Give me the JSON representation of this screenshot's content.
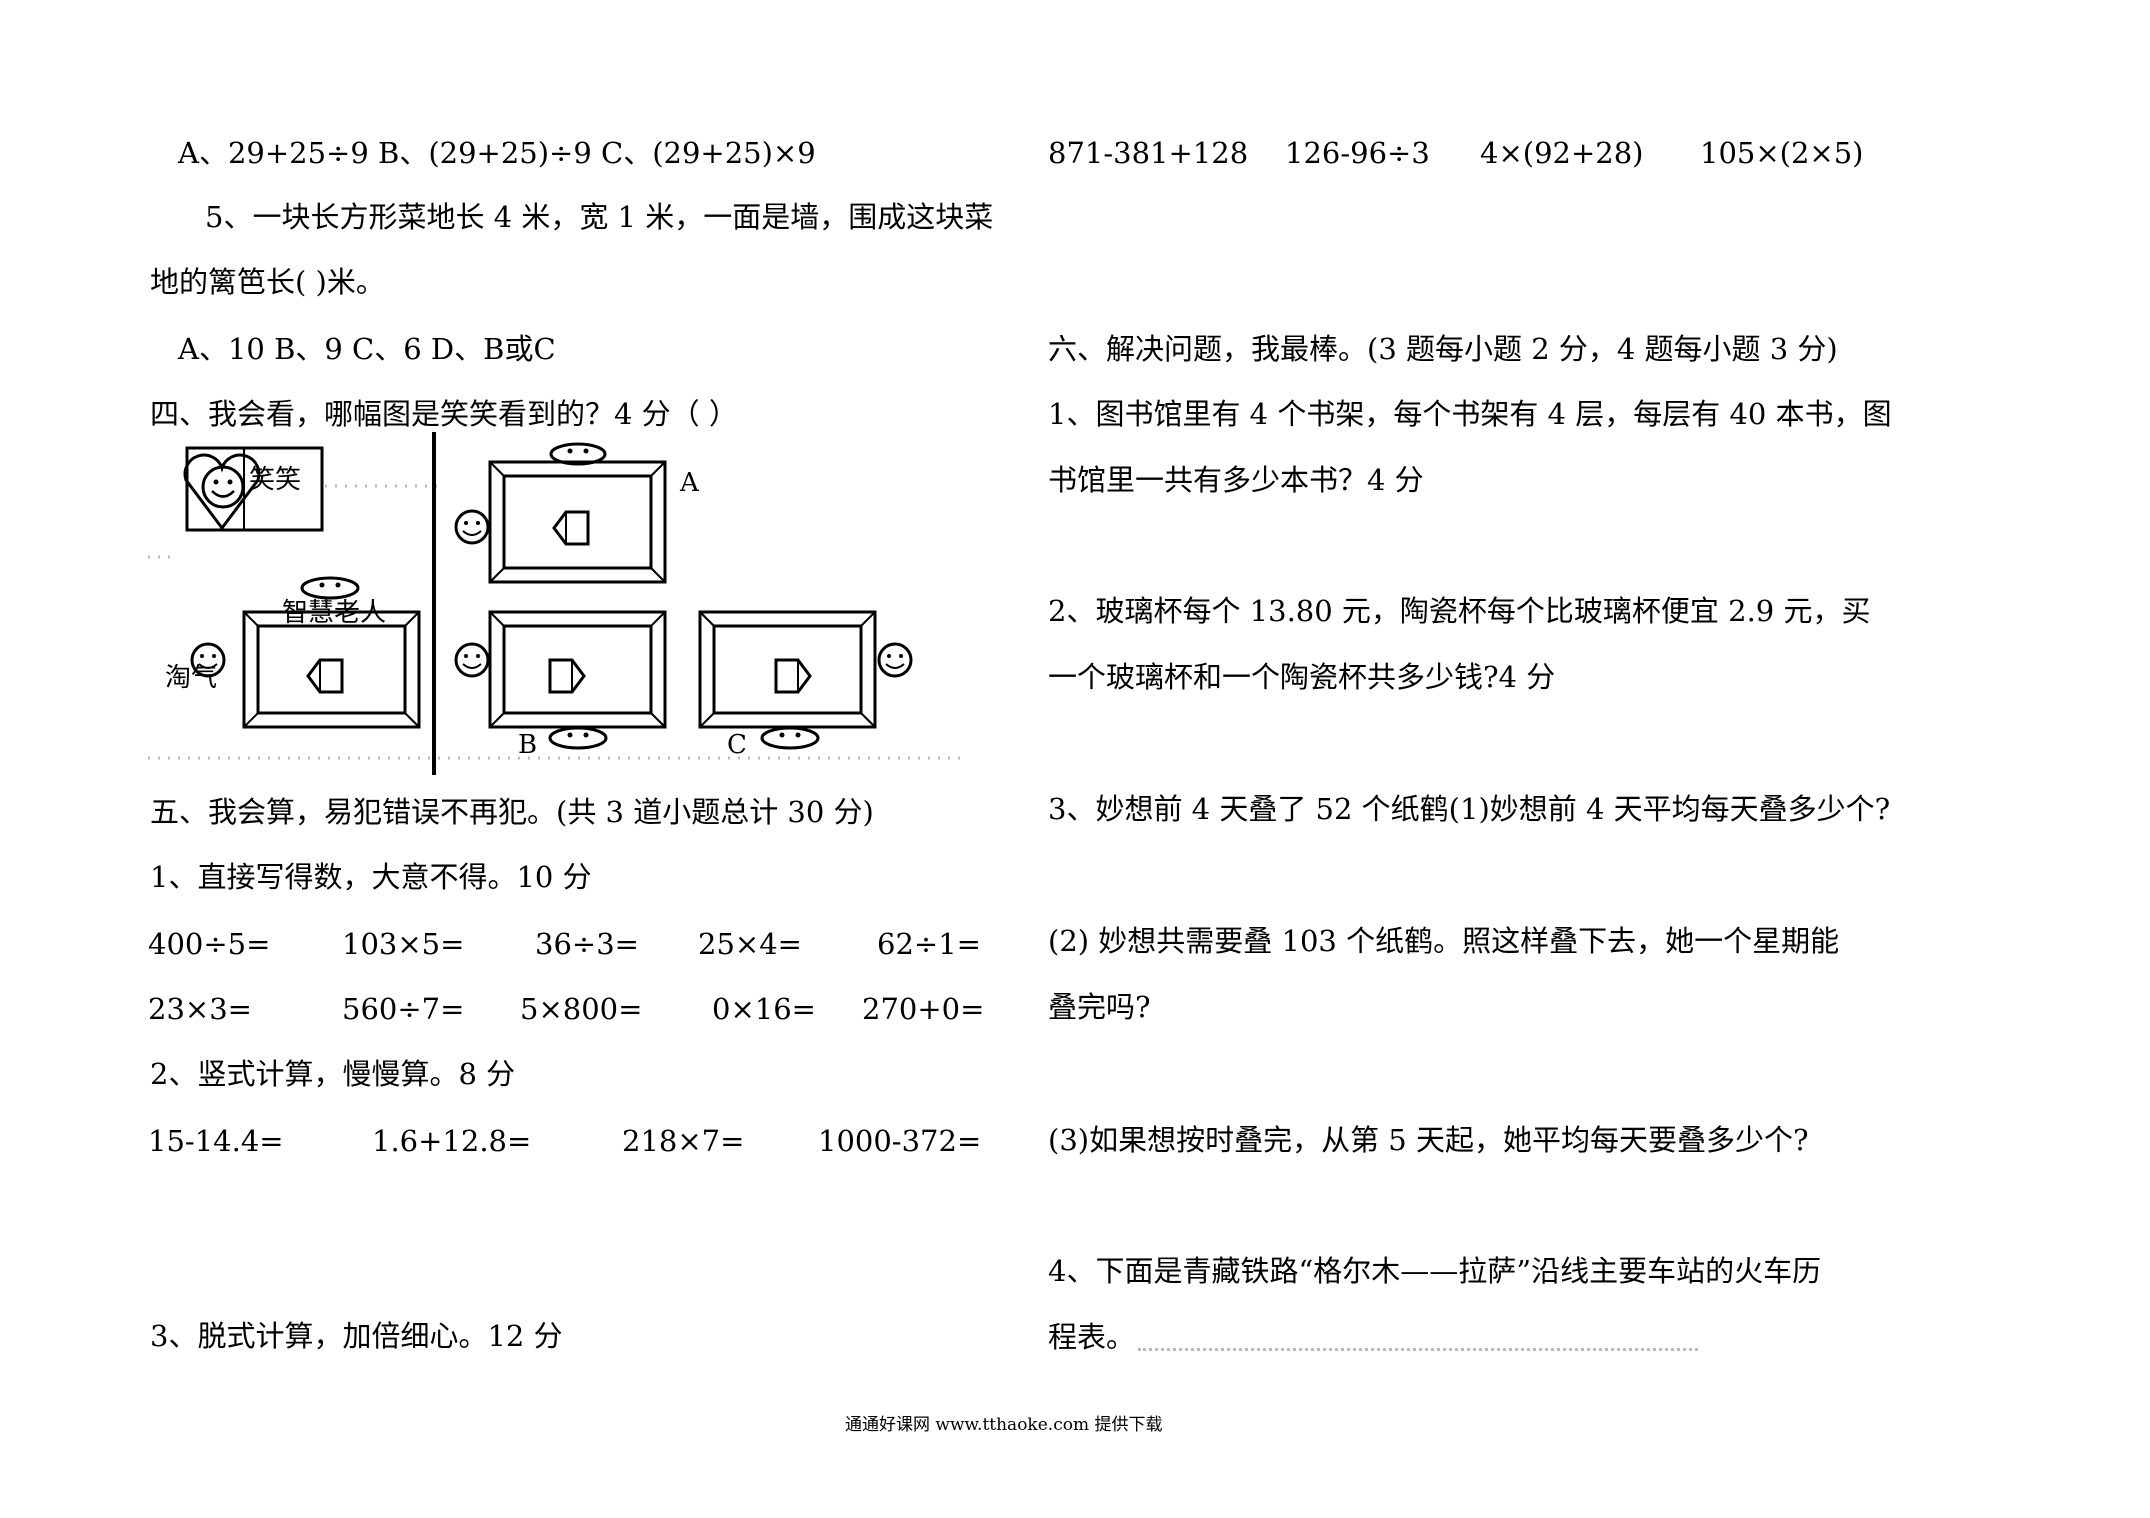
{
  "left": {
    "q4_options": "A、29+25÷9   B、(29+25)÷9   C、(29+25)×9",
    "q5_line1": "5、一块长方形菜地长 4 米，宽 1 米，一面是墙，围成这块菜",
    "q5_line2": "地的篱笆长(   )米。",
    "q5_options": "A、10    B、9    C、6    D、B或C",
    "sec4_title": "四、我会看，哪幅图是笑笑看到的？4 分（    ）",
    "fig_labels": {
      "xiaoxiao": "笑笑",
      "zhihui": "智慧老人",
      "taoqi": "淘气",
      "a": "A",
      "b": "B",
      "c": "C"
    },
    "sec5_title": "五、我会算，易犯错误不再犯。(共 3 道小题总计 30 分)",
    "sec5_q1": "1、直接写得数，大意不得。10 分",
    "row1": [
      "400÷5=",
      "103×5=",
      "36÷3=",
      "25×4=",
      "62÷1="
    ],
    "row2": [
      "23×3=",
      "560÷7=",
      "5×800=",
      "0×16=",
      "270+0="
    ],
    "sec5_q2": "2、竖式计算，慢慢算。8 分",
    "row3": [
      "15-14.4=",
      "1.6+12.8=",
      "218×7=",
      "1000-372="
    ],
    "sec5_q3": "3、脱式计算，加倍细心。12 分"
  },
  "right": {
    "calc_row": [
      "871-381+128",
      "126-96÷3",
      "4×(92+28)",
      "105×(2×5)"
    ],
    "sec6_title": "六、解决问题，我最棒。(3 题每小题 2 分，4 题每小题 3 分)",
    "p1_line1": "1、图书馆里有 4 个书架，每个书架有 4 层，每层有 40 本书，图",
    "p1_line2": "书馆里一共有多少本书？4 分",
    "p2_line1": "2、玻璃杯每个 13.80 元，陶瓷杯每个比玻璃杯便宜 2.9 元，买",
    "p2_line2": "一个玻璃杯和一个陶瓷杯共多少钱?4 分",
    "p3_line1": "3、妙想前 4 天叠了 52 个纸鹤(1)妙想前 4 天平均每天叠多少个?",
    "p3_2_line1": "(2) 妙想共需要叠 103 个纸鹤。照这样叠下去，她一个星期能",
    "p3_2_line2": "叠完吗?",
    "p3_3": "(3)如果想按时叠完，从第 5 天起，她平均每天要叠多少个?",
    "p4_line1": "4、下面是青藏铁路“格尔木——拉萨”沿线主要车站的火车历",
    "p4_line2": "程表。"
  },
  "footer": "通通好课网  www.tthaoke.com  提供下载"
}
